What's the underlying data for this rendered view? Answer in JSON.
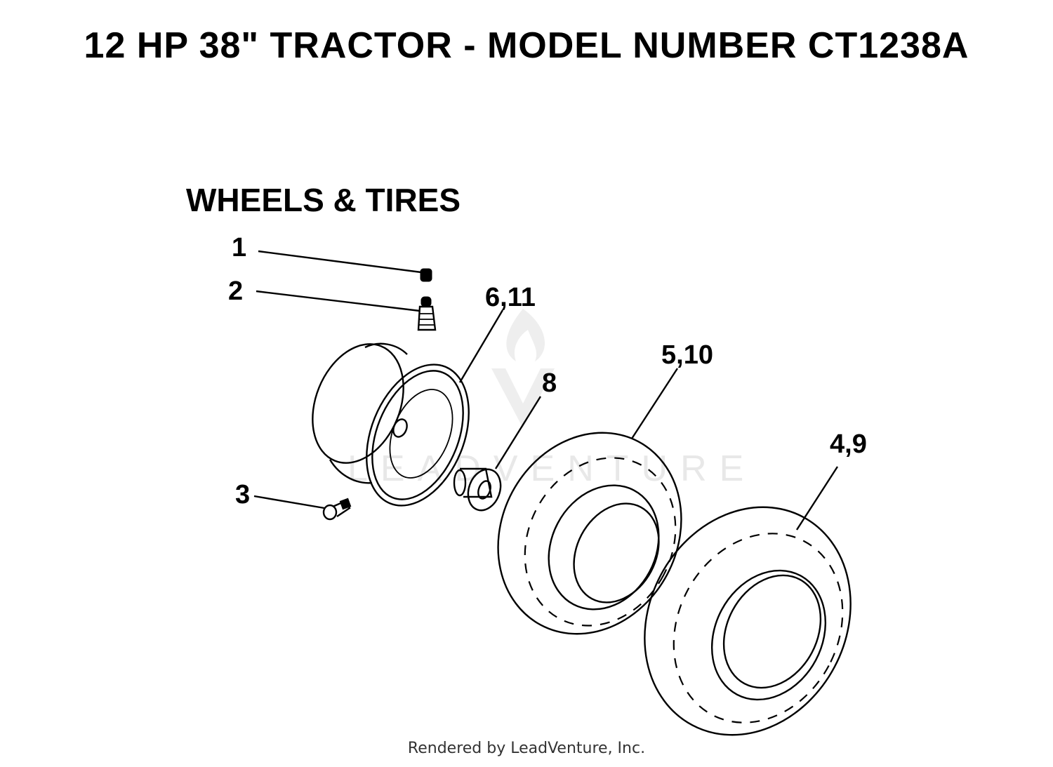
{
  "title": "12 HP 38\" TRACTOR - MODEL NUMBER CT1238A",
  "section_title": "WHEELS & TIRES",
  "callouts": {
    "c1": "1",
    "c2": "2",
    "c3": "3",
    "c4_9": "4,9",
    "c5_10": "5,10",
    "c6_11": "6,11",
    "c8": "8"
  },
  "watermark": "LEADVENTURE",
  "footer": "Rendered by LeadVenture, Inc."
}
